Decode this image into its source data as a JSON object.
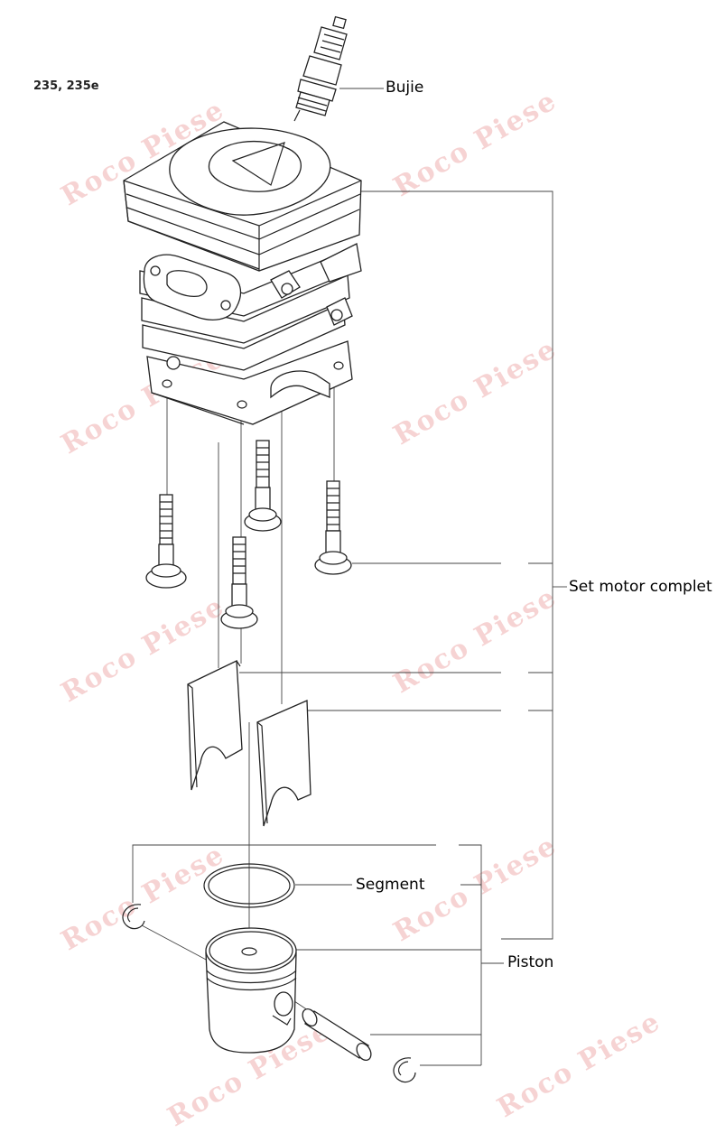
{
  "model": "235, 235e",
  "labels": {
    "spark_plug": "Bujie",
    "engine_kit": "Set motor complet",
    "ring": "Segment",
    "piston": "Piston"
  },
  "watermark": "Roco Piese",
  "colors": {
    "lines": "#222222",
    "watermark": "#e88c8c"
  }
}
